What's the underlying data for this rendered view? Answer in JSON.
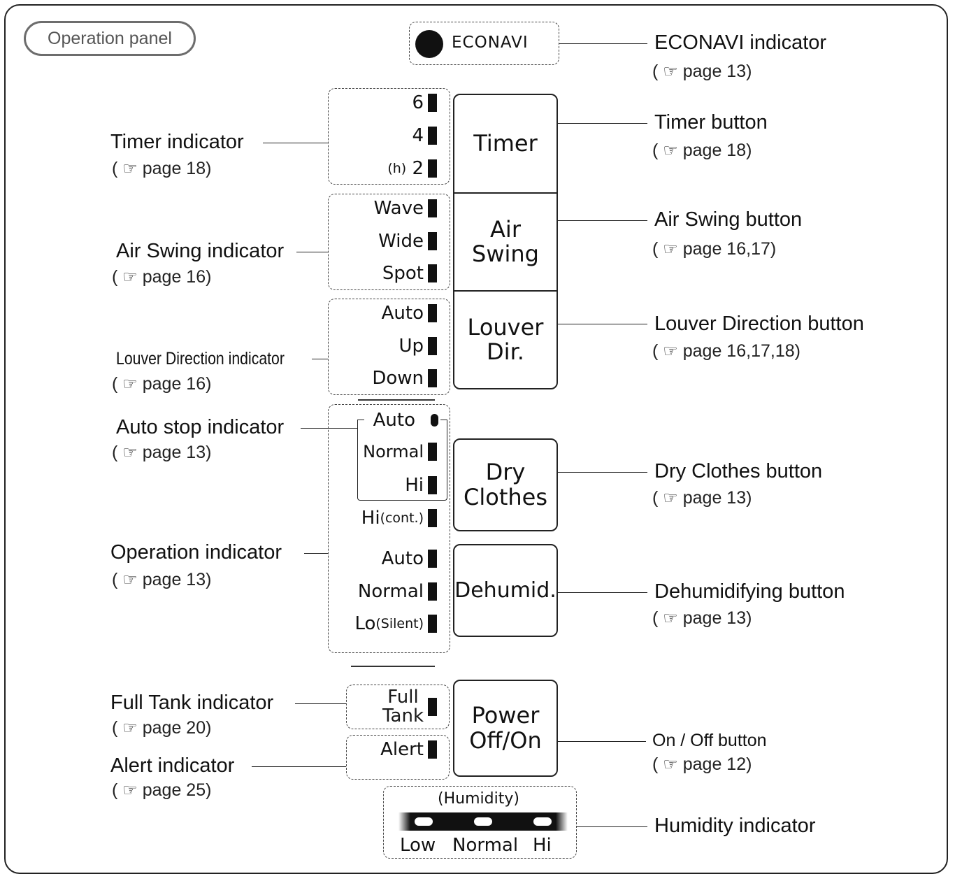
{
  "panel_title": "Operation panel",
  "econavi": {
    "logo": "ECONAVI"
  },
  "indicators": {
    "timer": {
      "items": [
        "6",
        "4",
        "2"
      ],
      "unit": "(h)"
    },
    "air_swing": {
      "items": [
        "Wave",
        "Wide",
        "Spot"
      ]
    },
    "louver": {
      "items": [
        "Auto",
        "Up",
        "Down"
      ]
    },
    "auto_stop": {
      "items": [
        "Auto",
        "Normal",
        "Hi"
      ]
    },
    "hi_cont": {
      "label": "Hi",
      "sub": "(cont.)"
    },
    "operation": {
      "items": [
        "Auto",
        "Normal"
      ],
      "lo_label": "Lo",
      "lo_sub": "(Silent)"
    },
    "full_tank": {
      "line1": "Full",
      "line2": "Tank"
    },
    "alert": {
      "label": "Alert"
    },
    "humidity": {
      "title": "(Humidity)",
      "levels": [
        "Low",
        "Normal",
        "Hi"
      ]
    }
  },
  "buttons": {
    "timer": "Timer",
    "air_swing": [
      "Air",
      "Swing"
    ],
    "louver": [
      "Louver",
      "Dir."
    ],
    "dry_clothes": [
      "Dry",
      "Clothes"
    ],
    "dehumid": "Dehumid.",
    "power": [
      "Power",
      "Off/On"
    ]
  },
  "callouts": {
    "econavi_indicator": {
      "label": "ECONAVI indicator",
      "ref": "page 13"
    },
    "timer_button": {
      "label": "Timer button",
      "ref": "page 18"
    },
    "air_swing_button": {
      "label": "Air Swing button",
      "ref": "page 16,17"
    },
    "louver_button": {
      "label": "Louver Direction button",
      "ref": "page 16,17,18"
    },
    "dry_clothes_button": {
      "label": "Dry Clothes button",
      "ref": "page 13"
    },
    "dehumidifying_button": {
      "label": "Dehumidifying button",
      "ref": "page 13"
    },
    "on_off_button": {
      "label": "On / Off button",
      "ref": "page 12"
    },
    "humidity_indicator": {
      "label": "Humidity indicator"
    },
    "timer_indicator": {
      "label": "Timer indicator",
      "ref": "page 18"
    },
    "air_swing_indicator": {
      "label": "Air Swing indicator",
      "ref": "page 16"
    },
    "louver_indicator": {
      "label": "Louver Direction indicator",
      "ref": "page 16"
    },
    "auto_stop_indicator": {
      "label": "Auto stop indicator",
      "ref": "page 13"
    },
    "operation_indicator": {
      "label": "Operation indicator",
      "ref": "page 13"
    },
    "full_tank_indicator": {
      "label": "Full Tank indicator",
      "ref": "page 20"
    },
    "alert_indicator": {
      "label": "Alert indicator",
      "ref": "page 25"
    }
  },
  "ref_open": "(",
  "ref_close": ")",
  "ref_icon": "pointing-hand-icon"
}
